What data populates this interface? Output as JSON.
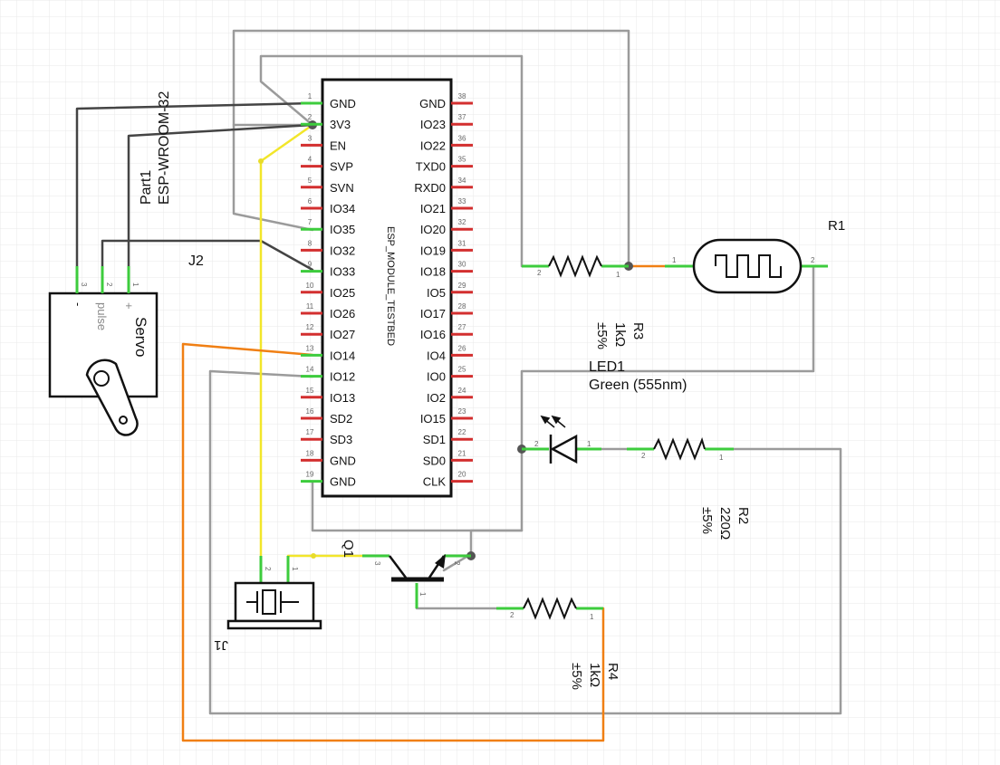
{
  "chip": {
    "part": "Part1",
    "model": "ESP-WROOM-32",
    "title": "ESP_MODULE_TESTBED",
    "left_pins": [
      {
        "n": "1",
        "name": "GND"
      },
      {
        "n": "2",
        "name": "3V3"
      },
      {
        "n": "3",
        "name": "EN"
      },
      {
        "n": "4",
        "name": "SVP"
      },
      {
        "n": "5",
        "name": "SVN"
      },
      {
        "n": "6",
        "name": "IO34"
      },
      {
        "n": "7",
        "name": "IO35"
      },
      {
        "n": "8",
        "name": "IO32"
      },
      {
        "n": "9",
        "name": "IO33"
      },
      {
        "n": "10",
        "name": "IO25"
      },
      {
        "n": "11",
        "name": "IO26"
      },
      {
        "n": "12",
        "name": "IO27"
      },
      {
        "n": "13",
        "name": "IO14"
      },
      {
        "n": "14",
        "name": "IO12"
      },
      {
        "n": "15",
        "name": "IO13"
      },
      {
        "n": "16",
        "name": "SD2"
      },
      {
        "n": "17",
        "name": "SD3"
      },
      {
        "n": "18",
        "name": "GND"
      },
      {
        "n": "19",
        "name": "GND"
      }
    ],
    "right_pins": [
      {
        "n": "38",
        "name": "GND"
      },
      {
        "n": "37",
        "name": "IO23"
      },
      {
        "n": "36",
        "name": "IO22"
      },
      {
        "n": "35",
        "name": "TXD0"
      },
      {
        "n": "34",
        "name": "RXD0"
      },
      {
        "n": "33",
        "name": "IO21"
      },
      {
        "n": "32",
        "name": "IO20"
      },
      {
        "n": "31",
        "name": "IO19"
      },
      {
        "n": "30",
        "name": "IO18"
      },
      {
        "n": "29",
        "name": "IO5"
      },
      {
        "n": "28",
        "name": "IO17"
      },
      {
        "n": "27",
        "name": "IO16"
      },
      {
        "n": "26",
        "name": "IO4"
      },
      {
        "n": "25",
        "name": "IO0"
      },
      {
        "n": "24",
        "name": "IO2"
      },
      {
        "n": "23",
        "name": "IO15"
      },
      {
        "n": "22",
        "name": "SD1"
      },
      {
        "n": "21",
        "name": "SD0"
      },
      {
        "n": "20",
        "name": "CLK"
      }
    ]
  },
  "servo": {
    "label": "Servo",
    "ref": "J2",
    "pulse": "pulse",
    "plus": "+",
    "minus": "-",
    "pin1": "1",
    "pin2": "2",
    "pin3": "3"
  },
  "r1": {
    "ref": "R1",
    "pin1": "1",
    "pin2": "2"
  },
  "r2": {
    "ref": "R2",
    "value": "220Ω",
    "tol": "±5%",
    "pin1": "1",
    "pin2": "2"
  },
  "r3": {
    "ref": "R3",
    "value": "1kΩ",
    "tol": "±5%",
    "pin1": "1",
    "pin2": "2"
  },
  "r4": {
    "ref": "R4",
    "value": "1kΩ",
    "tol": "±5%",
    "pin1": "1",
    "pin2": "2"
  },
  "led": {
    "ref": "LED1",
    "value": "Green (555nm)",
    "pin1": "1",
    "pin2": "2"
  },
  "q1": {
    "ref": "Q1",
    "pin1": "1",
    "pin2": "2",
    "pin3": "3"
  },
  "j1": {
    "ref": "J1",
    "pin1": "1",
    "pin2": "2"
  },
  "colors": {
    "gray": "#9b9b9b",
    "dark": "#444444",
    "yellow": "#f2e62a",
    "orange": "#f07f13",
    "pin_green": "#3dcc3d",
    "pin_red": "#d32f2f"
  }
}
